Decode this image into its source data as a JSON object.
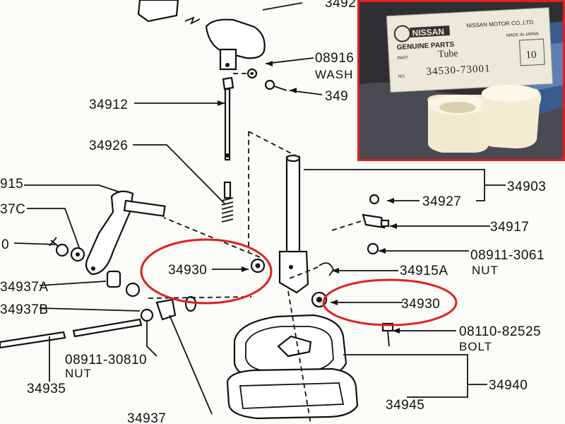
{
  "labels": {
    "p34926_top": "3492",
    "p08916": "08916",
    "washer": "WASH",
    "p3491_right": "349",
    "p34912": "34912",
    "p34926": "34926",
    "p34903": "34903",
    "p915_left": "915",
    "p37c_left": "37C",
    "p0_left": "0",
    "p34927": "34927",
    "p34917": "34917",
    "p08911_3061": "08911-3061",
    "nut_right": "NUT",
    "p34930_left": "34930",
    "p34915a": "34915A",
    "p34930_right": "34930",
    "p34937a": "34937A",
    "p34937b": "34937B",
    "p08110": "08110-82525",
    "bolt": "BOLT",
    "p08911_30810": "08911-30810",
    "nut_left": "NUT",
    "p34935": "34935",
    "p34940": "34940",
    "p34945": "34945",
    "p34937": "34937"
  },
  "inset": {
    "brand": "NISSAN",
    "genuine": "GENUINE PARTS",
    "maker": "NISSAN MOTOR CO.,LTD.",
    "origin": "MADE IN JAPAN",
    "part_caption": "PART",
    "part_name": "Tube",
    "no_caption": "NO.",
    "part_number": "34530-73001",
    "qty": "10"
  },
  "colors": {
    "highlight": "#e0201c",
    "ink": "#111111",
    "paper": "#fbfbf8",
    "label_paper": "#ece9da",
    "bushing": "#efe9cf",
    "bag_blue": "#3a5b8c"
  }
}
